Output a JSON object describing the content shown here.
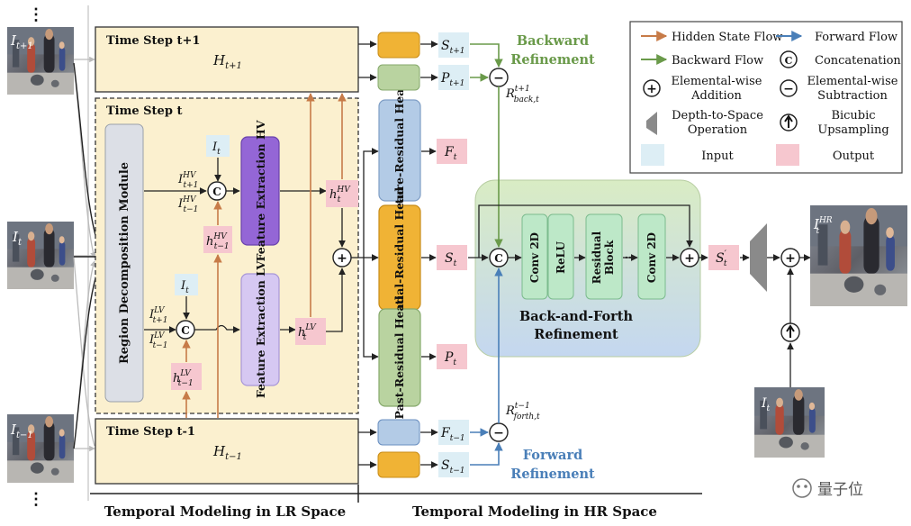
{
  "inputs": {
    "prev_dots": "⋮",
    "next_dots": "⋮",
    "frame_t_plus_1": "I",
    "frame_t_plus_1_sub": "t+1",
    "frame_t": "I",
    "frame_t_sub": "t",
    "frame_t_minus_1": "I",
    "frame_t_minus_1_sub": "t−1",
    "frame_lr": "I",
    "frame_lr_sub": "t"
  },
  "boxes": {
    "time_step_t1": "Time Step t+1",
    "hidden_t1": "H",
    "hidden_t1_sub": "t+1",
    "time_step_t": "Time Step t",
    "time_step_tm1": "Time Step t-1",
    "hidden_tm1": "H",
    "hidden_tm1_sub": "t−1",
    "region_module": "Region Decomposition Module",
    "feat_hv": "Feature Extraction HV",
    "feat_lv": "Feature Extraction LV",
    "future_head": "Future-Residual Head",
    "spatial_head": "Spatial-Residual Head",
    "past_head": "Past-Residual Head",
    "bfr_title_1": "Back-and-Forth",
    "bfr_title_2": "Refinement",
    "conv2d_a": "Conv 2D",
    "relu": "ReLU",
    "resblock": "Residual Block",
    "conv2d_b": "Conv 2D",
    "dots": "···"
  },
  "labels": {
    "I": "I",
    "h": "h",
    "S": "S",
    "P": "P",
    "F": "F",
    "R": "R",
    "sup_HV": "HV",
    "sup_LV": "LV",
    "sub_t": "t",
    "sub_t1": "t+1",
    "sub_tm1": "t−1",
    "sup_HR": "HR",
    "sup_t1": "t+1",
    "sup_tm1": "t−1",
    "r_back_sub": "back,t",
    "r_forth_sub": "forth,t",
    "s_prime": "S",
    "prime": "′",
    "concat": "C",
    "plus": "+",
    "minus": "−",
    "backward_1": "Backward",
    "backward_2": "Refinement",
    "forward_1": "Forward",
    "forward_2": "Refinement"
  },
  "legend": {
    "hidden_state_flow": "Hidden State Flow",
    "forward_flow": "Forward Flow",
    "backward_flow": "Backward Flow",
    "concatenation": "Concatenation",
    "addition_1": "Elemental-wise",
    "addition_2": "Addition",
    "subtraction_1": "Elemental-wise",
    "subtraction_2": "Subtraction",
    "d2s_1": "Depth-to-Space",
    "d2s_2": "Operation",
    "bicubic_1": "Bicubic",
    "bicubic_2": "Upsampling",
    "input": "Input",
    "output": "Output"
  },
  "footer": {
    "lr": "Temporal Modeling in LR Space",
    "hr": "Temporal Modeling in HR Space",
    "watermark": "量子位"
  },
  "colors": {
    "orange_flow": "#c77b48",
    "blue_flow": "#4a7fb8",
    "green_flow": "#6a9a4a",
    "timestep_fill": "#fbf0cf",
    "input_fill": "#ddeef5",
    "output_fill": "#f6c7cf",
    "hv_fill": "#9466d6",
    "lv_fill": "#d6c8f2",
    "future_fill": "#b3cbe6",
    "spatial_fill": "#f0b335",
    "past_fill": "#b9d3a0",
    "conv_fill": "#bde8c8"
  }
}
